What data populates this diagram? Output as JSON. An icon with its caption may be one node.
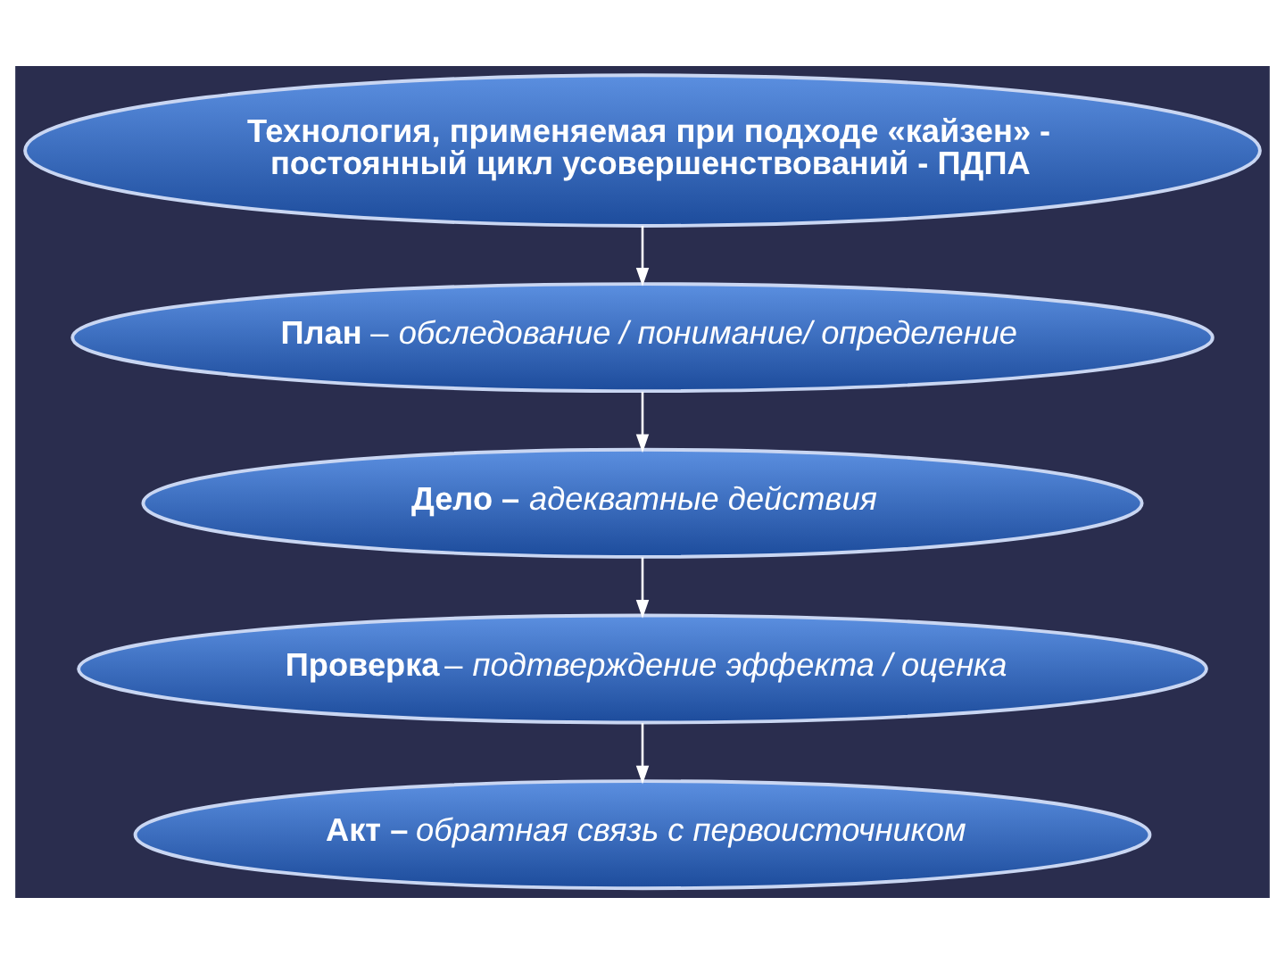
{
  "diagram": {
    "nodes": [
      {
        "text": [
          "**Технология, применяемая при подходе «кайзен» - постоянный цикл усовершенствований - ПДПА**"
        ]
      },
      {
        "text": [
          "**План** – *обследование / понимание/ определение*"
        ]
      },
      {
        "text": [
          "**Дело –** *адекватные действия*"
        ]
      },
      {
        "text": [
          "**Проверка** – *подтверждение эффекта / оценка*"
        ]
      },
      {
        "text": [
          "**Акт –** *обратная связь с первоисточником*"
        ]
      }
    ],
    "edges": [
      {
        "from": 0,
        "to": 1,
        "arrow": "to"
      },
      {
        "from": 1,
        "to": 2,
        "arrow": "to"
      },
      {
        "from": 2,
        "to": 3,
        "arrow": "to"
      },
      {
        "from": 3,
        "to": 4,
        "arrow": "to"
      }
    ]
  }
}
